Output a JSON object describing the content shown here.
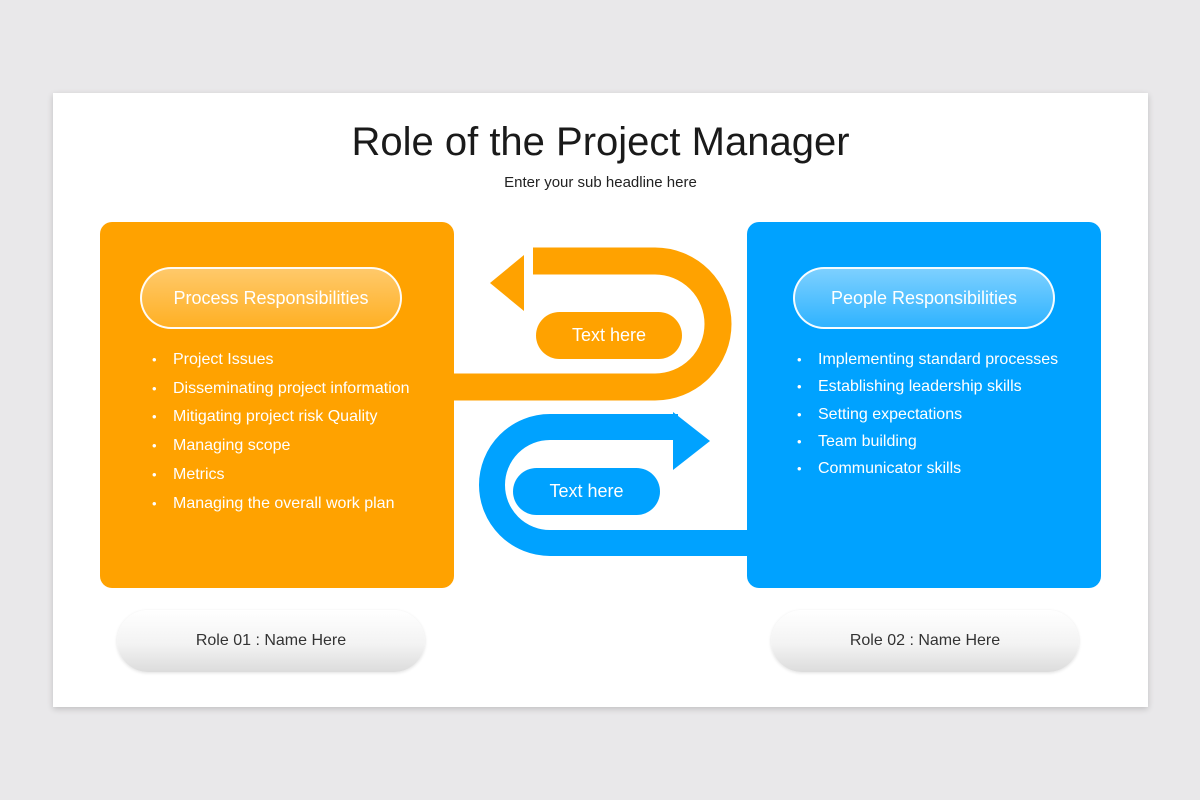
{
  "title": "Role of the Project Manager",
  "subtitle": "Enter your sub headline here",
  "colors": {
    "orange": "#ffa200",
    "blue": "#00a2ff",
    "background": "#e9e8ea",
    "slide": "#ffffff"
  },
  "left_card": {
    "heading": "Process Responsibilities",
    "items": [
      "Project Issues",
      "Disseminating project information",
      "Mitigating project risk Quality",
      "Managing scope",
      "Metrics",
      "Managing the overall work plan"
    ]
  },
  "right_card": {
    "heading": "People Responsibilities",
    "items": [
      "Implementing standard processes",
      "Establishing leadership skills",
      "Setting expectations",
      "Team building",
      "Communicator skills"
    ]
  },
  "arrows": {
    "top_label": "Text here",
    "bottom_label": "Text here"
  },
  "roles": {
    "left": "Role 01 : Name Here",
    "right": "Role 02 : Name Here"
  }
}
